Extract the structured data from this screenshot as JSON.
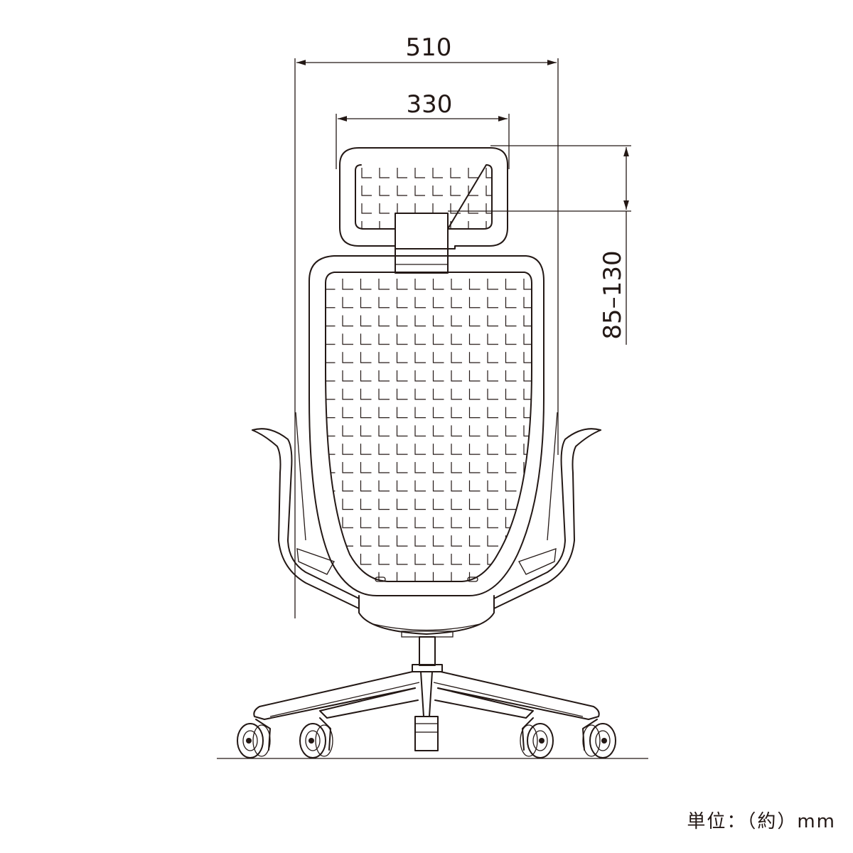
{
  "dimensions": {
    "overall_width": "510",
    "headrest_width": "330",
    "headrest_adjust": "85–130"
  },
  "unit_label": "単位：（約）mm"
}
